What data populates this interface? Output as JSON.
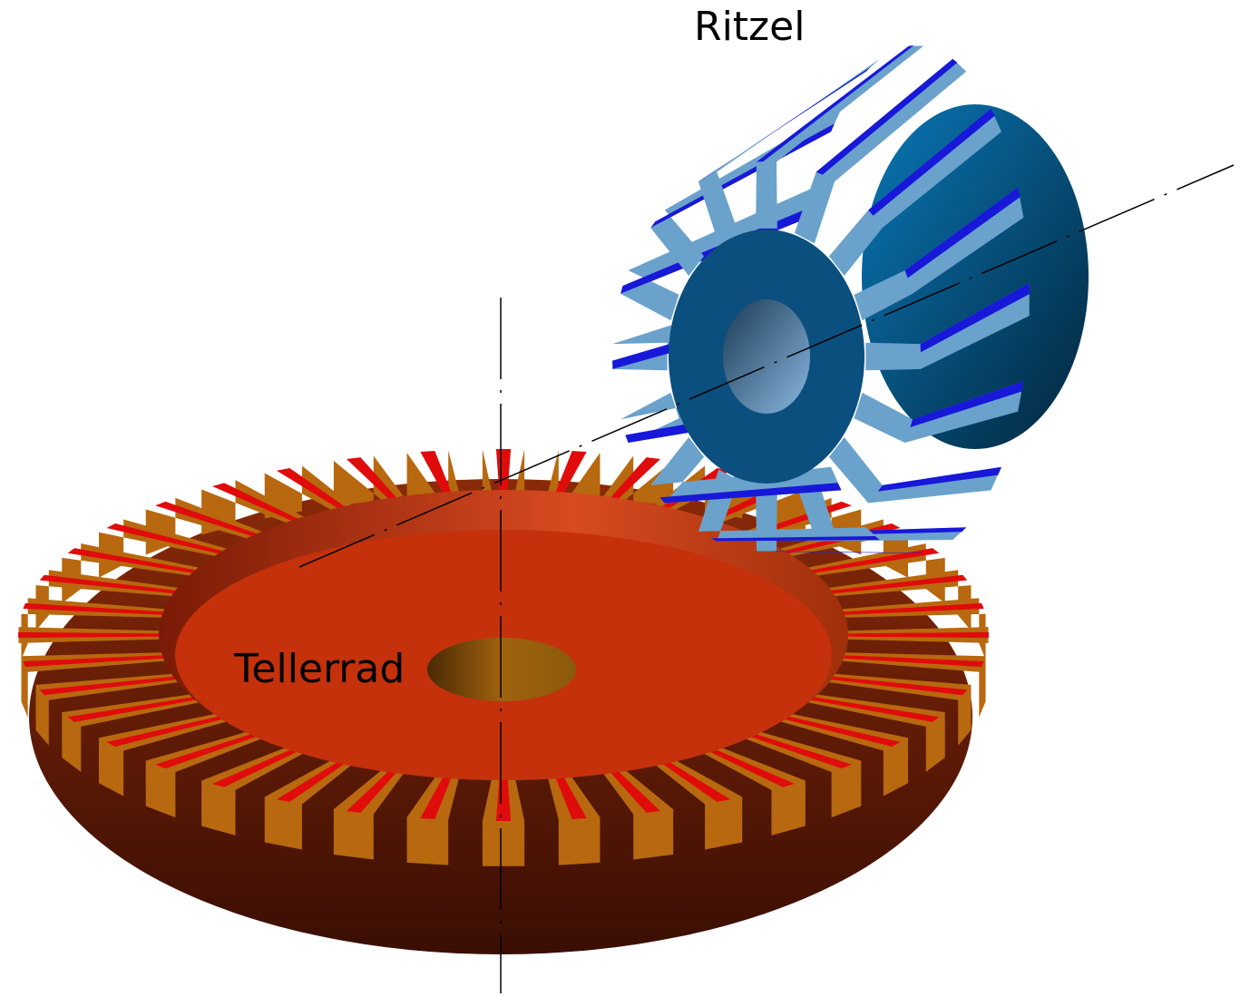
{
  "labels": {
    "pinion": "Ritzel",
    "ring_gear": "Tellerrad"
  },
  "colors": {
    "ring_face": "#c4310b",
    "ring_tooth_flank": "#b8680e",
    "ring_tooth_top": "#e00b0b",
    "ring_body": "#5a1405",
    "pinion_face": "#0a4f7e",
    "pinion_tooth_flank": "#6aa2cc",
    "pinion_tooth_top": "#1818d8",
    "pinion_hub": "#0a6aa8"
  },
  "teeth": {
    "ring_gear": 40,
    "pinion": 16
  }
}
